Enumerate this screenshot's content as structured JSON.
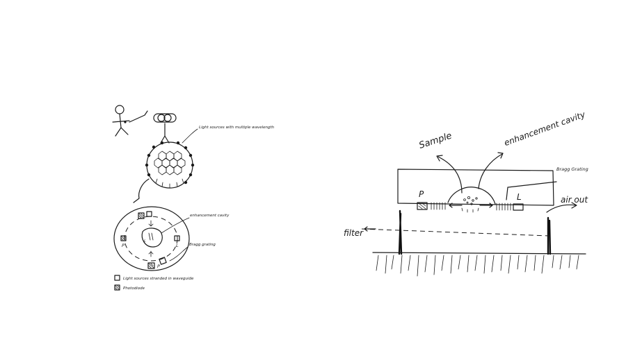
{
  "left_sketch": {
    "labels": {
      "light_sources": "Light sources with multiple wavelength",
      "enhancement_cavity": "enhancement cavity",
      "bragg_grating": "Bragg grating",
      "marker_p_left": "P",
      "marker_l_right": "L",
      "marker_p_bottom": "P",
      "marker_l_center": "L"
    },
    "legend": [
      {
        "symbol": "open-square",
        "text": "Light sources stranded in waveguide"
      },
      {
        "symbol": "hatched-square",
        "text": "Photodiode"
      }
    ]
  },
  "right_sketch": {
    "labels": {
      "sample": "Sample",
      "enhancement_cavity": "enhancement cavity",
      "bragg_grating": "Bragg Grating",
      "air_out": "air out",
      "filter": "filter",
      "marker_p": "P",
      "marker_l": "L"
    }
  }
}
